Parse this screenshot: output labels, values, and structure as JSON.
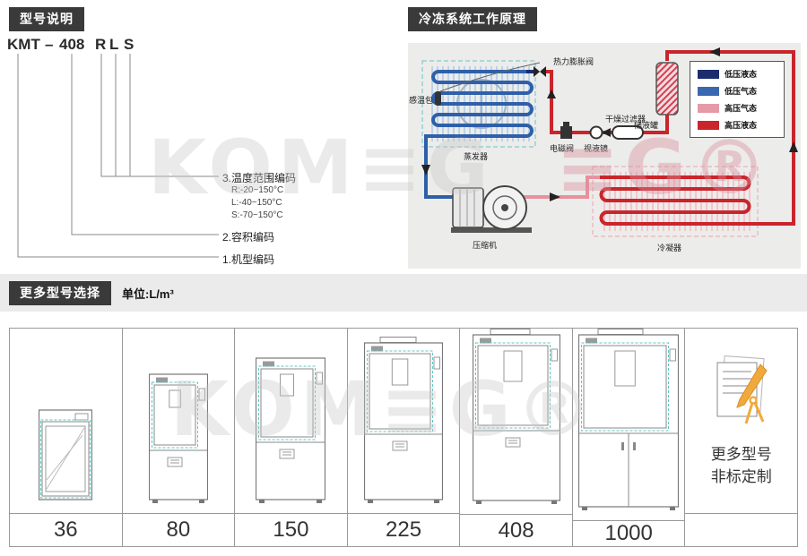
{
  "watermarks": [
    "KOM≡G",
    "≡G®",
    "KOM≡G®"
  ],
  "model_section": {
    "title": "型号说明",
    "tokens": [
      "KMT",
      "–",
      "408",
      "R",
      "L",
      "S"
    ],
    "codes": [
      {
        "label": "3.温度范围编码",
        "options": [
          "R:-20~150°C",
          "L:-40~150°C",
          "S:-70~150°C"
        ]
      },
      {
        "label": "2.容积编码",
        "options": []
      },
      {
        "label": "1.机型编码",
        "options": []
      }
    ]
  },
  "refrigeration_section": {
    "title": "冷冻系统工作原理",
    "component_labels": {
      "sensor_bulb": "感温包",
      "expansion_valve": "热力膨胀阀",
      "evaporator": "蒸发器",
      "solenoid_valve": "电磁阀",
      "sight_glass": "视液镜",
      "filter_drier": "干燥过滤器",
      "receiver": "储液罐",
      "compressor": "压缩机",
      "condenser": "冷凝器"
    },
    "legend": [
      {
        "label": "低压液态",
        "color": "#1c2d6e"
      },
      {
        "label": "低压气态",
        "color": "#3a68b0"
      },
      {
        "label": "高压气态",
        "color": "#e59aa8"
      },
      {
        "label": "高压液态",
        "color": "#c9252b"
      }
    ]
  },
  "models_section": {
    "title": "更多型号选择",
    "unit": "单位:L/m³",
    "models": [
      "36",
      "80",
      "150",
      "225",
      "408",
      "1000"
    ],
    "custom_cell": {
      "line1": "更多型号",
      "line2": "非标定制"
    }
  }
}
